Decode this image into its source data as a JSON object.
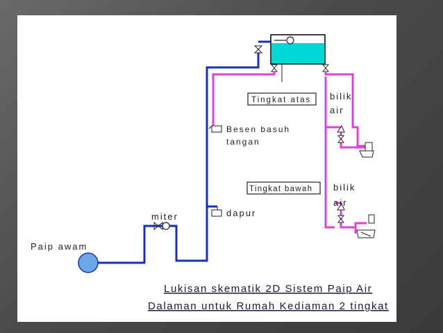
{
  "labels": {
    "paip_awam": "Paip awam",
    "miter": "miter",
    "dapur": "dapur",
    "besen_line1": "Besen basuh",
    "besen_line2": "tangan",
    "tingkat_atas": "Tingkat atas",
    "tingkat_bawah": "Tingkat bawah",
    "bilik_air_1_line1": "bilik",
    "bilik_air_1_line2": "air",
    "bilik_air_2_line1": "bilik",
    "bilik_air_2_line2": "air"
  },
  "caption": {
    "line1": "Lukisan skematik 2D Sistem Paip Air",
    "line2": "Dalaman untuk Rumah Kediaman 2 tingkat"
  },
  "colors": {
    "blue_pipe": "#1a2fb8",
    "pink_pipe": "#e040d8",
    "tank_water": "#00d8d8",
    "meter_ball": "#6aa8e8",
    "slide_bg": "#ffffff",
    "frame_bg": "#555555"
  }
}
